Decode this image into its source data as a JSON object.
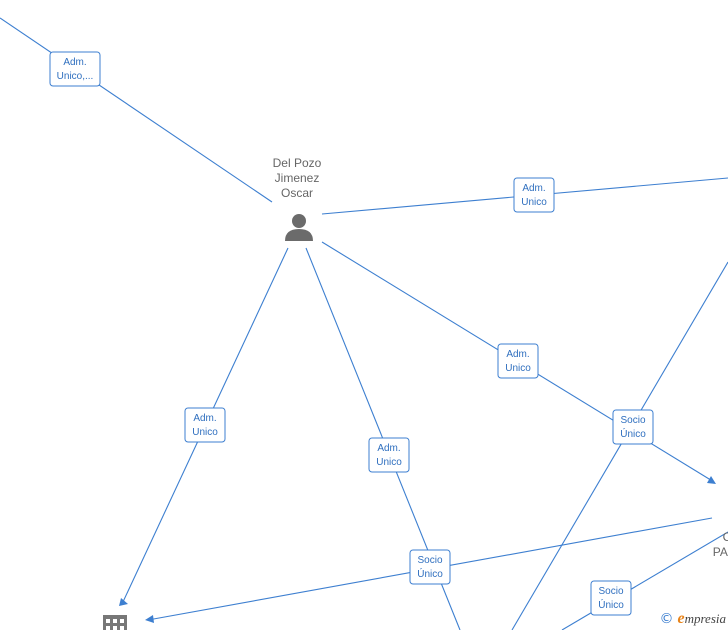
{
  "graph": {
    "person": {
      "name_lines": [
        "Del Pozo",
        "Jimenez",
        "Oscar"
      ],
      "icon": "person-icon"
    },
    "partial_node": {
      "label_lines": [
        "C",
        "PAI"
      ]
    },
    "company_icon": "building-icon",
    "edge_labels": [
      {
        "lines": [
          "Adm.",
          "Unico,..."
        ]
      },
      {
        "lines": [
          "Adm.",
          "Unico"
        ]
      },
      {
        "lines": [
          "Adm.",
          "Unico"
        ]
      },
      {
        "lines": [
          "Adm.",
          "Unico"
        ]
      },
      {
        "lines": [
          "Adm.",
          "Unico"
        ]
      },
      {
        "lines": [
          "Socio",
          "Único"
        ]
      },
      {
        "lines": [
          "Socio",
          "Único"
        ]
      },
      {
        "lines": [
          "Socio",
          "Único"
        ]
      }
    ]
  },
  "footer": {
    "copyright_symbol": "©",
    "brand_initial": "e",
    "brand_rest": "mpresia"
  },
  "colors": {
    "edge": "#3d7fd0",
    "node_text": "#666666",
    "brand_accent": "#e8841a"
  }
}
